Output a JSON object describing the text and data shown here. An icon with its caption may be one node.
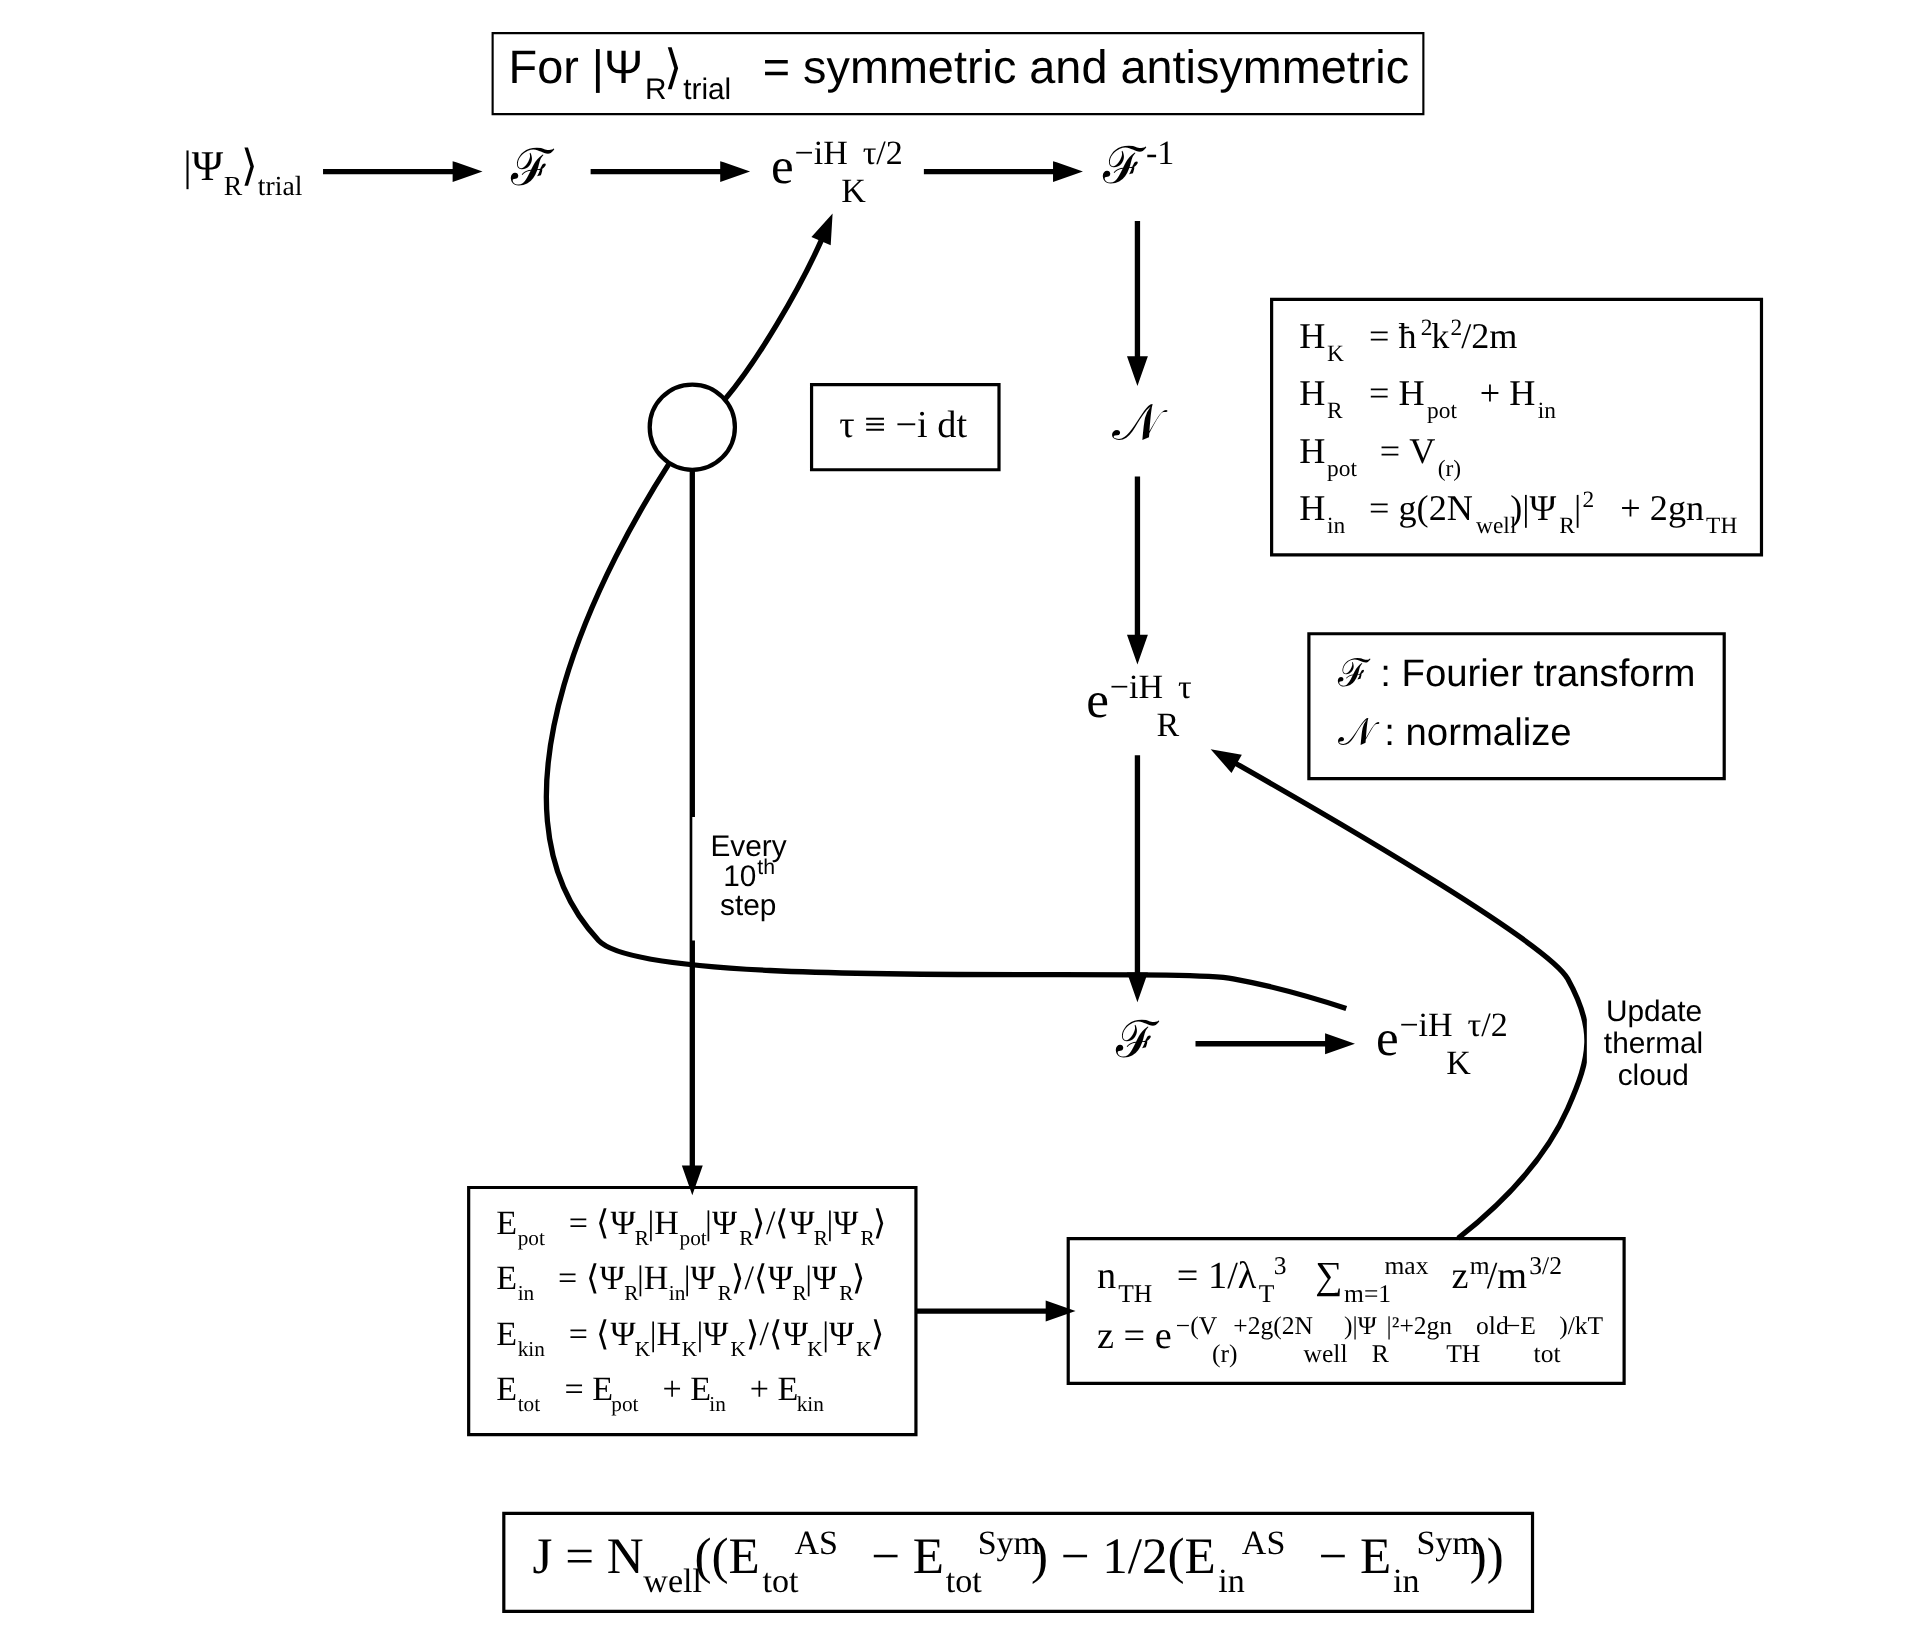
{
  "diagram": {
    "title": "For |Ψ$_{R}$⟩$_{trial}$ = symmetric and antisymmetric",
    "nodes": [
      {
        "text": [
          "|Ψ$_{R}$⟩$_{trial}$"
        ]
      },
      {
        "text": [
          "ℱ"
        ]
      },
      {
        "text": [
          "e$^{−iH}$$_{K}$$^{τ/2}$"
        ]
      },
      {
        "text": [
          "ℱ$^{-1}$"
        ]
      },
      {
        "text": [
          "𝒩"
        ]
      },
      {
        "text": [
          "e$^{−iH}$$_{R}$$^{τ}$"
        ]
      },
      {
        "text": [
          "ℱ"
        ]
      },
      {
        "text": [
          "e$^{−iH}$$_{K}$$^{τ/2}$"
        ]
      },
      {
        "text": [],
        "shape": "circle"
      },
      {
        "text": [
          "E$_{pot}$ = ⟨Ψ$_{R}$|H$_{pot}$|Ψ$_{R}$⟩/⟨Ψ$_{R}$|Ψ$_{R}$⟩",
          "E$_{in}$ = ⟨Ψ$_{R}$|H$_{in}$|Ψ$_{R}$⟩/⟨Ψ$_{R}$|Ψ$_{R}$⟩",
          "E$_{kin}$ = ⟨Ψ$_{K}$|H$_{K}$|Ψ$_{K}$⟩/⟨Ψ$_{K}$|Ψ$_{K}$⟩",
          "E$_{tot}$ = E$_{pot}$ + E$_{in}$ + E$_{kin}$"
        ]
      },
      {
        "text": [
          "n$_{TH}$ = 1/λ$_{T}$$^{3}$ ∑$_{m=1}$$^{max}$ z$^{m}$/m$^{3/2}$",
          "z = e$^{−(V}$$_{(r)}$$^{+2g(2N}$$_{well}$$^{)|Ψ}$$_{R}$$^{|²+2gn}$$_{TH}$$^{old}$$^{−E}$$_{tot}$$^{)/kT}$"
        ]
      },
      {
        "text": [
          "H$_{K}$ = ħ$^{2}$k$^{2}$/2m",
          "H$_{R}$ = H$_{pot}$ + H$_{in}$",
          "H$_{pot}$ = V$_{(r)}$",
          "H$_{in}$ = g(2N$_{well}$)|Ψ$_{R}$|$^{2}$ + 2gn$_{TH}$"
        ]
      },
      {
        "text": [
          "ℱ : Fourier transform",
          "𝒩 : normalize"
        ]
      },
      {
        "text": [
          "τ ≡ −i dt"
        ]
      },
      {
        "text": [
          "J = N$_{well}$((E$_{tot}$$^{AS}$ − E$_{tot}$$^{Sym}$) − 1/2(E$_{in}$$^{AS}$ − E$_{in}$$^{Sym}$))"
        ]
      }
    ],
    "edges": [
      {
        "from": 0,
        "to": 1,
        "arrow": "to"
      },
      {
        "from": 1,
        "to": 2,
        "arrow": "to"
      },
      {
        "from": 2,
        "to": 3,
        "arrow": "to"
      },
      {
        "from": 3,
        "to": 4,
        "arrow": "to"
      },
      {
        "from": 4,
        "to": 5,
        "arrow": "to"
      },
      {
        "from": 5,
        "to": 6,
        "arrow": "to"
      },
      {
        "from": 6,
        "to": 7,
        "arrow": "to"
      },
      {
        "from": 7,
        "to": 8,
        "arrow": "none"
      },
      {
        "from": 8,
        "to": 2,
        "arrow": "to"
      },
      {
        "from": 8,
        "to": 9,
        "arrow": "to",
        "label": "Every 10$^{th}$ step"
      },
      {
        "from": 9,
        "to": 10,
        "arrow": "to"
      },
      {
        "from": 10,
        "to": 5,
        "arrow": "to",
        "label": "Update thermal cloud"
      }
    ]
  }
}
